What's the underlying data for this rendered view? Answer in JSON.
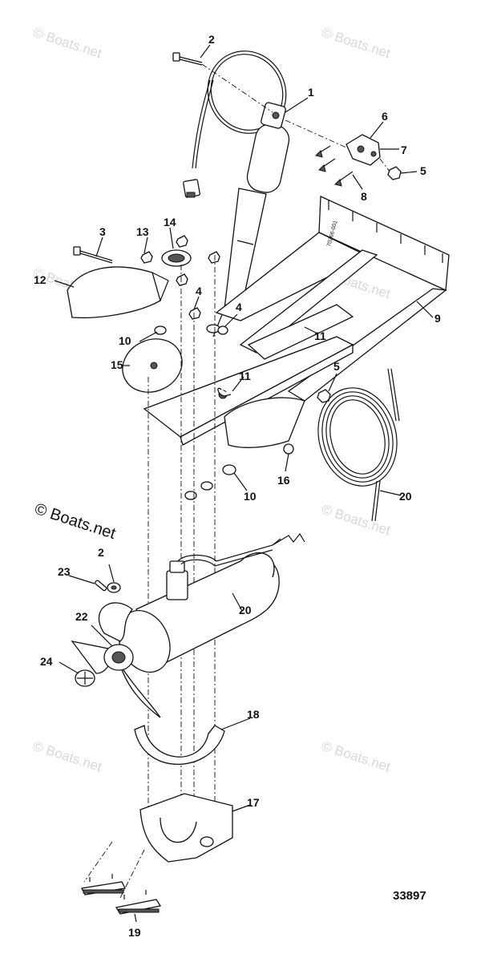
{
  "callouts": {
    "c1": "1",
    "c2": "2",
    "c2b": "2",
    "c3": "3",
    "c4a": "4",
    "c4b": "4",
    "c5a": "5",
    "c5b": "5",
    "c6": "6",
    "c7": "7",
    "c8": "8",
    "c9": "9",
    "c10a": "10",
    "c10b": "10",
    "c11a": "11",
    "c11b": "11",
    "c12": "12",
    "c13": "13",
    "c14": "14",
    "c15": "15",
    "c16": "16",
    "c17": "17",
    "c18": "18",
    "c19": "19",
    "c20a": "20",
    "c20b": "20",
    "c22": "22",
    "c23": "23",
    "c24": "24"
  },
  "watermark": "© Boats.net",
  "watermark_large": "© Boats.net",
  "drawing_number": "33897",
  "stamp_number": "70266-001"
}
